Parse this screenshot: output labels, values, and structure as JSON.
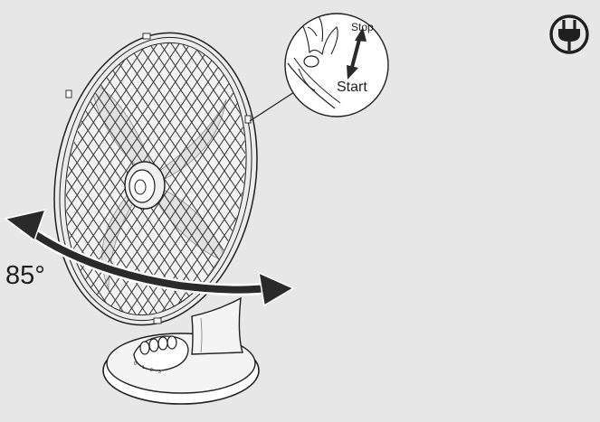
{
  "diagram": {
    "angle_label": "85°",
    "callout_top_label": "Stop",
    "callout_bottom_label": "Start",
    "speed_buttons": [
      "0",
      "1",
      "2",
      "3"
    ],
    "plug_icon": "power-plug-icon",
    "colors": {
      "background": "#e7e7e7",
      "line": "#1f1f1f",
      "grill": "#3a3a3a",
      "body_fill": "#f2f2f2",
      "arrow": "#2a2a2a"
    }
  }
}
